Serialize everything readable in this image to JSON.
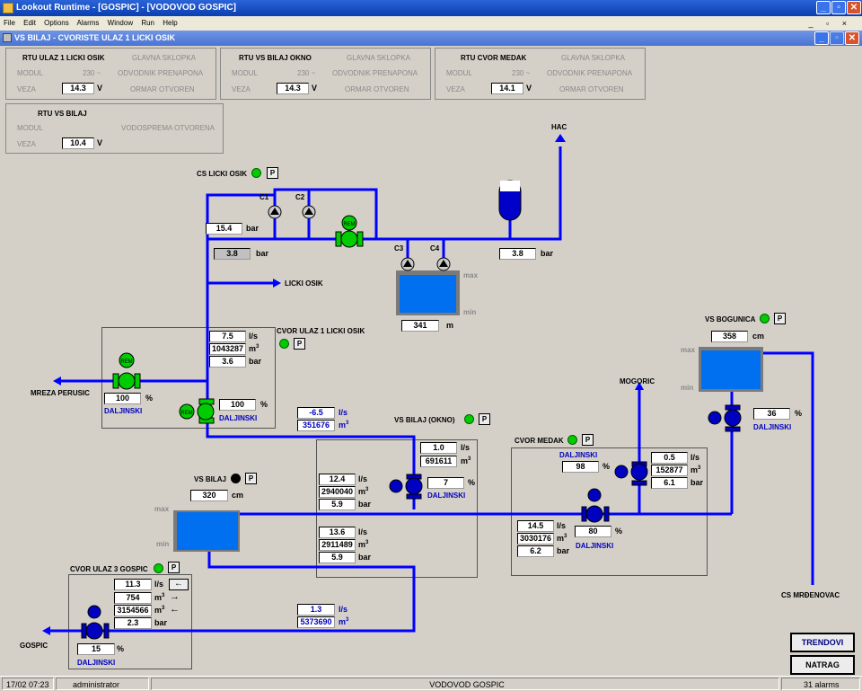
{
  "window": {
    "title": "Lookout Runtime - [GOSPIC] - [VODOVOD GOSPIC]"
  },
  "menu": [
    "File",
    "Edit",
    "Options",
    "Alarms",
    "Window",
    "Run",
    "Help"
  ],
  "child": {
    "title": "VS BILAJ - CVORISTE ULAZ 1 LICKI OSIK"
  },
  "rtu": [
    {
      "title": "RTU ULAZ 1 LICKI OSIK",
      "modul": "MODUL",
      "modul_val": "230 ~",
      "veza": "VEZA",
      "veza_val": "14.3",
      "veza_unit": "V",
      "side": [
        "GLAVNA SKLOPKA",
        "ODVODNIK PRENAPONA",
        "ORMAR OTVOREN"
      ]
    },
    {
      "title": "RTU VS BILAJ OKNO",
      "modul": "MODUL",
      "modul_val": "230 ~",
      "veza": "VEZA",
      "veza_val": "14.3",
      "veza_unit": "V",
      "side": [
        "GLAVNA SKLOPKA",
        "ODVODNIK PRENAPONA",
        "ORMAR OTVOREN"
      ]
    },
    {
      "title": "RTU CVOR MEDAK",
      "modul": "MODUL",
      "modul_val": "230 ~",
      "veza": "VEZA",
      "veza_val": "14.1",
      "veza_unit": "V",
      "side": [
        "GLAVNA SKLOPKA",
        "ODVODNIK PRENAPONA",
        "ORMAR OTVOREN"
      ]
    },
    {
      "title": "RTU VS BILAJ",
      "modul": "MODUL",
      "modul_val": "",
      "veza": "VEZA",
      "veza_val": "10.4",
      "veza_unit": "V",
      "side": [
        "VODOSPREMA OTVORENA"
      ]
    }
  ],
  "labels": {
    "hac": "HAC",
    "cs_licki_osik": "CS LICKI OSIK",
    "c1": "C1",
    "c2": "C2",
    "c3": "C3",
    "c4": "C4",
    "rem": "REM",
    "licki_osik": "LICKI OSIK",
    "max": "max",
    "min": "min",
    "mreza_perusic": "MREZA PERUSIC",
    "cvor_ulaz1": "CVOR ULAZ 1 LICKI OSIK",
    "vs_bogunica": "VS BOGUNICA",
    "mogoric": "MOGORIC",
    "vs_bilaj_okno": "VS BILAJ (OKNO)",
    "cvor_medak": "CVOR MEDAK",
    "vs_bilaj": "VS BILAJ",
    "cvor_ulaz3": "CVOR ULAZ 3 GOSPIC",
    "gospic": "GOSPIC",
    "cs_mrdenovac": "CS MRĐENOVAC",
    "daljinski": "DALJINSKI",
    "p": "P"
  },
  "values": {
    "p_cs1": "15.4",
    "p_cs2": "3.8",
    "p_cs3": "3.8",
    "tank_licki": "341",
    "cvor1_flow": "7.5",
    "cvor1_total": "1043287",
    "cvor1_p": "3.6",
    "cvor1_v1": "100",
    "cvor1_v2": "100",
    "okno_in_flow": "-6.5",
    "okno_in_total": "351676",
    "bogunica_level": "358",
    "bogunica_valve": "36",
    "okno_flow": "1.0",
    "okno_total": "691611",
    "okno_valve": "7",
    "bilaj_a_flow": "12.4",
    "bilaj_a_total": "2940040",
    "bilaj_a_p": "5.9",
    "bilaj_b_flow": "13.6",
    "bilaj_b_total": "2911489",
    "bilaj_b_p": "5.9",
    "bilaj_level": "320",
    "medak_valve1": "98",
    "medak_flow1": "0.5",
    "medak_total1": "152877",
    "medak_p1": "6.1",
    "medak_flow2": "14.5",
    "medak_total2": "3030176",
    "medak_p2": "6.2",
    "medak_valve2": "80",
    "cvor3_flow": "11.3",
    "cvor3_t1": "754",
    "cvor3_t2": "3154566",
    "cvor3_p": "2.3",
    "cvor3_valve": "15",
    "gospic_flow": "1.3",
    "gospic_total": "5373690"
  },
  "units": {
    "bar": "bar",
    "ls": "l/s",
    "m3": "m",
    "m3sup": "3",
    "m": "m",
    "cm": "cm",
    "pct": "%"
  },
  "buttons": {
    "trendovi": "TRENDOVI",
    "natrag": "NATRAG"
  },
  "status": {
    "time": "17/02 07:23",
    "user": "administrator",
    "station": "VODOVOD GOSPIC",
    "alarms": "31 alarms"
  },
  "colors": {
    "pipe": "#0000ff",
    "tank": "#0070f0",
    "pump_on": "#00cc00"
  }
}
